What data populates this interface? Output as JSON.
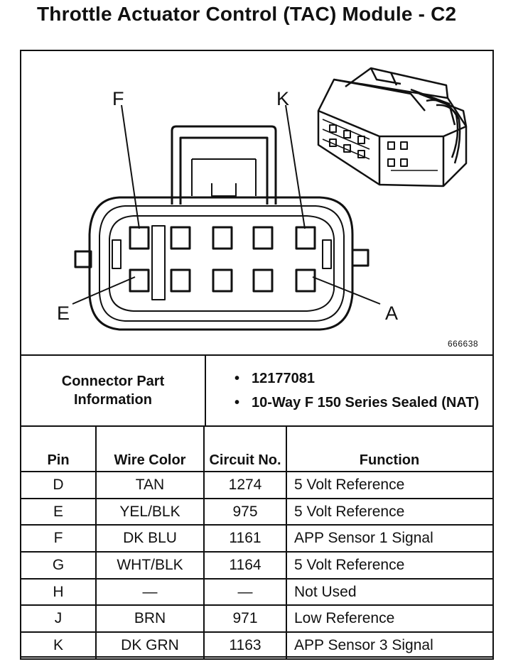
{
  "title": "Throttle Actuator Control (TAC) Module - C2",
  "diagram": {
    "labels": [
      "F",
      "K",
      "E",
      "A"
    ],
    "reference_number": "666638"
  },
  "connector_info": {
    "heading": "Connector Part Information",
    "items": [
      "12177081",
      "10-Way F 150 Series Sealed (NAT)"
    ],
    "bullet": "•"
  },
  "pin_table": {
    "headers": {
      "pin": "Pin",
      "wire_color": "Wire Color",
      "circuit": "Circuit No.",
      "function": "Function"
    },
    "rows": [
      {
        "pin": "D",
        "wire_color": "TAN",
        "circuit": "1274",
        "function": "5 Volt Reference"
      },
      {
        "pin": "E",
        "wire_color": "YEL/BLK",
        "circuit": "975",
        "function": "5 Volt Reference"
      },
      {
        "pin": "F",
        "wire_color": "DK BLU",
        "circuit": "1161",
        "function": "APP Sensor 1 Signal"
      },
      {
        "pin": "G",
        "wire_color": "WHT/BLK",
        "circuit": "1164",
        "function": "5 Volt Reference"
      },
      {
        "pin": "H",
        "wire_color": "—",
        "circuit": "—",
        "function": "Not Used"
      },
      {
        "pin": "J",
        "wire_color": "BRN",
        "circuit": "971",
        "function": "Low Reference"
      },
      {
        "pin": "K",
        "wire_color": "DK GRN",
        "circuit": "1163",
        "function": "APP Sensor 3 Signal"
      }
    ]
  }
}
